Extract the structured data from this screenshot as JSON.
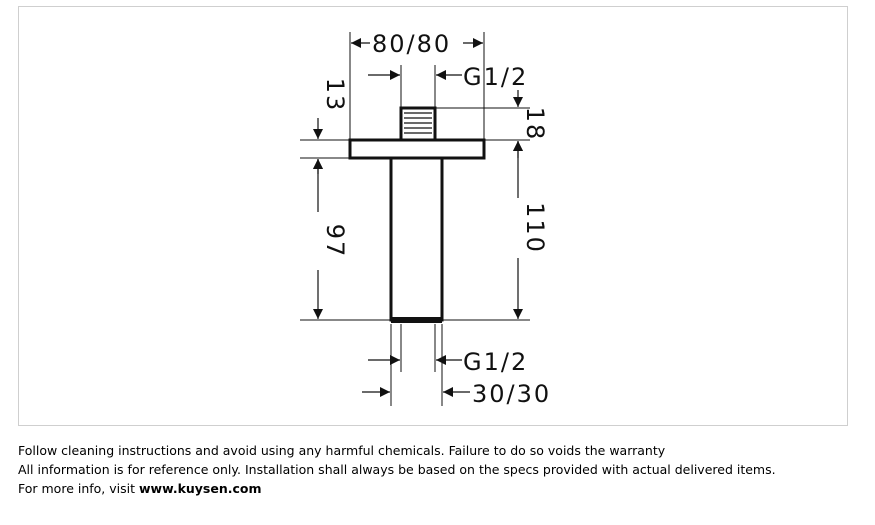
{
  "diagram": {
    "dims": {
      "top_width": "80/80",
      "top_thread": "G1/2",
      "nut_height": "13",
      "thread_height": "18",
      "length_left": "97",
      "length_right": "110",
      "bottom_thread": "G1/2",
      "bottom_width": "30/30"
    },
    "colors": {
      "line": "#111111",
      "frame": "#cfcfcf"
    }
  },
  "notes": {
    "line1": "Follow cleaning instructions and avoid using any harmful chemicals. Failure to do so voids the warranty",
    "line2": "All information is for reference only. Installation shall always be based on the specs provided with actual delivered items.",
    "line3_prefix": "For more info, visit ",
    "line3_link": "www.kuysen.com"
  }
}
